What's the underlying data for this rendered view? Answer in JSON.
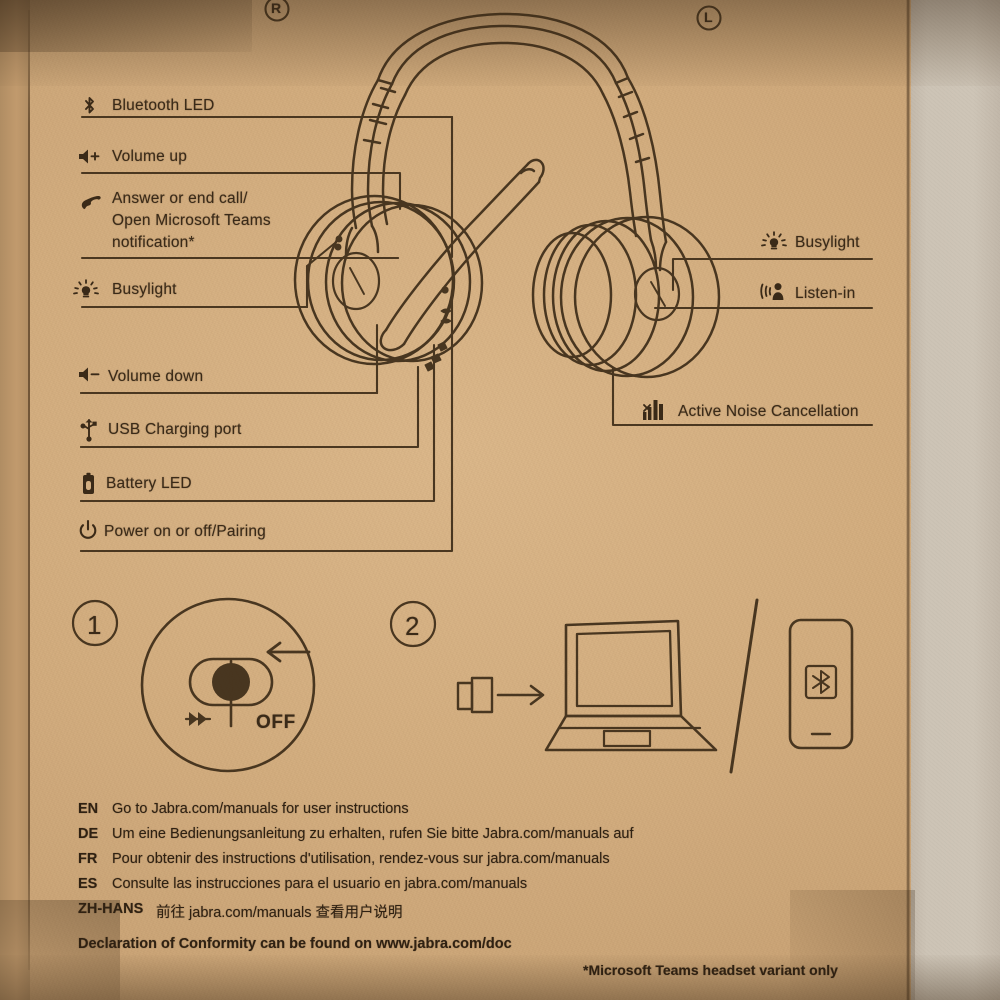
{
  "document": {
    "product": "Jabra wireless headset quick start card",
    "medium": "printed cardboard insert"
  },
  "side_markers": {
    "right": "R",
    "left": "L"
  },
  "left_callouts": [
    {
      "icon": "bluetooth-icon",
      "label": "Bluetooth LED"
    },
    {
      "icon": "volume-up-icon",
      "label": "Volume up"
    },
    {
      "icon": "phone-handset-icon",
      "label": "Answer or end call/\nOpen Microsoft Teams\nnotification*",
      "lines": [
        "Answer or end call/",
        "Open Microsoft Teams",
        "notification*"
      ]
    },
    {
      "icon": "busylight-icon",
      "label": "Busylight"
    },
    {
      "icon": "volume-down-icon",
      "label": "Volume down"
    },
    {
      "icon": "usb-icon",
      "label": "USB Charging port"
    },
    {
      "icon": "battery-icon",
      "label": "Battery LED"
    },
    {
      "icon": "power-icon",
      "label": "Power on or off/Pairing"
    }
  ],
  "right_callouts": [
    {
      "icon": "busylight-icon",
      "label": "Busylight"
    },
    {
      "icon": "listen-in-icon",
      "label": "Listen-in"
    },
    {
      "icon": "anc-icon",
      "label": "Active Noise Cancellation"
    }
  ],
  "steps": [
    {
      "number": "1",
      "switch_label": "OFF",
      "icons": [
        "left-arrow-icon",
        "bluetooth-pairing-icon"
      ]
    },
    {
      "number": "2",
      "icons": [
        "usb-dongle-icon",
        "arrow-right-icon",
        "laptop-icon",
        "slash-divider",
        "phone-bluetooth-icon"
      ]
    }
  ],
  "manual_lines": [
    {
      "code": "EN",
      "text": "Go to Jabra.com/manuals for user instructions"
    },
    {
      "code": "DE",
      "text": "Um eine Bedienungsanleitung zu erhalten, rufen Sie bitte Jabra.com/manuals auf"
    },
    {
      "code": "FR",
      "text": "Pour obtenir des instructions d'utilisation, rendez-vous sur jabra.com/manuals"
    },
    {
      "code": "ES",
      "text": "Consulte las instrucciones para el usuario en jabra.com/manuals"
    },
    {
      "code": "ZH-HANS",
      "text": "前往 jabra.com/manuals 查看用户说明"
    }
  ],
  "conformity": "Declaration of Conformity can be found on www.jabra.com/doc",
  "footnote": "*Microsoft Teams headset variant only",
  "colors": {
    "cardboard": "#d3ae80",
    "ink": "#3a2a18",
    "rule": "#4a3720",
    "box_wall": "#b8946a",
    "right_wall": "#cec5b7"
  }
}
